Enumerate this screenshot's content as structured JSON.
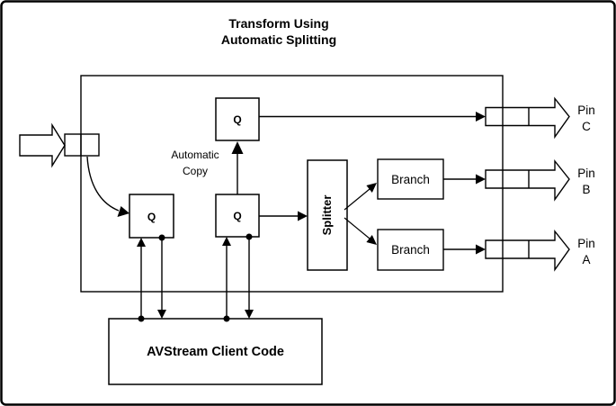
{
  "diagram": {
    "title": {
      "line1": "Transform Using",
      "line2": "Automatic Splitting"
    },
    "queues": [
      {
        "label": "Q"
      },
      {
        "label": "Q"
      },
      {
        "label": "Q"
      }
    ],
    "automatic_copy": {
      "line1": "Automatic",
      "line2": "Copy"
    },
    "splitter": {
      "label": "Splitter"
    },
    "branches": [
      {
        "label": "Branch"
      },
      {
        "label": "Branch"
      }
    ],
    "client_code": {
      "label": "AVStream Client Code"
    },
    "pins": [
      {
        "word": "Pin",
        "letter": "C"
      },
      {
        "word": "Pin",
        "letter": "B"
      },
      {
        "word": "Pin",
        "letter": "A"
      }
    ],
    "colors": {
      "line": "#000000",
      "background": "#ffffff"
    }
  }
}
